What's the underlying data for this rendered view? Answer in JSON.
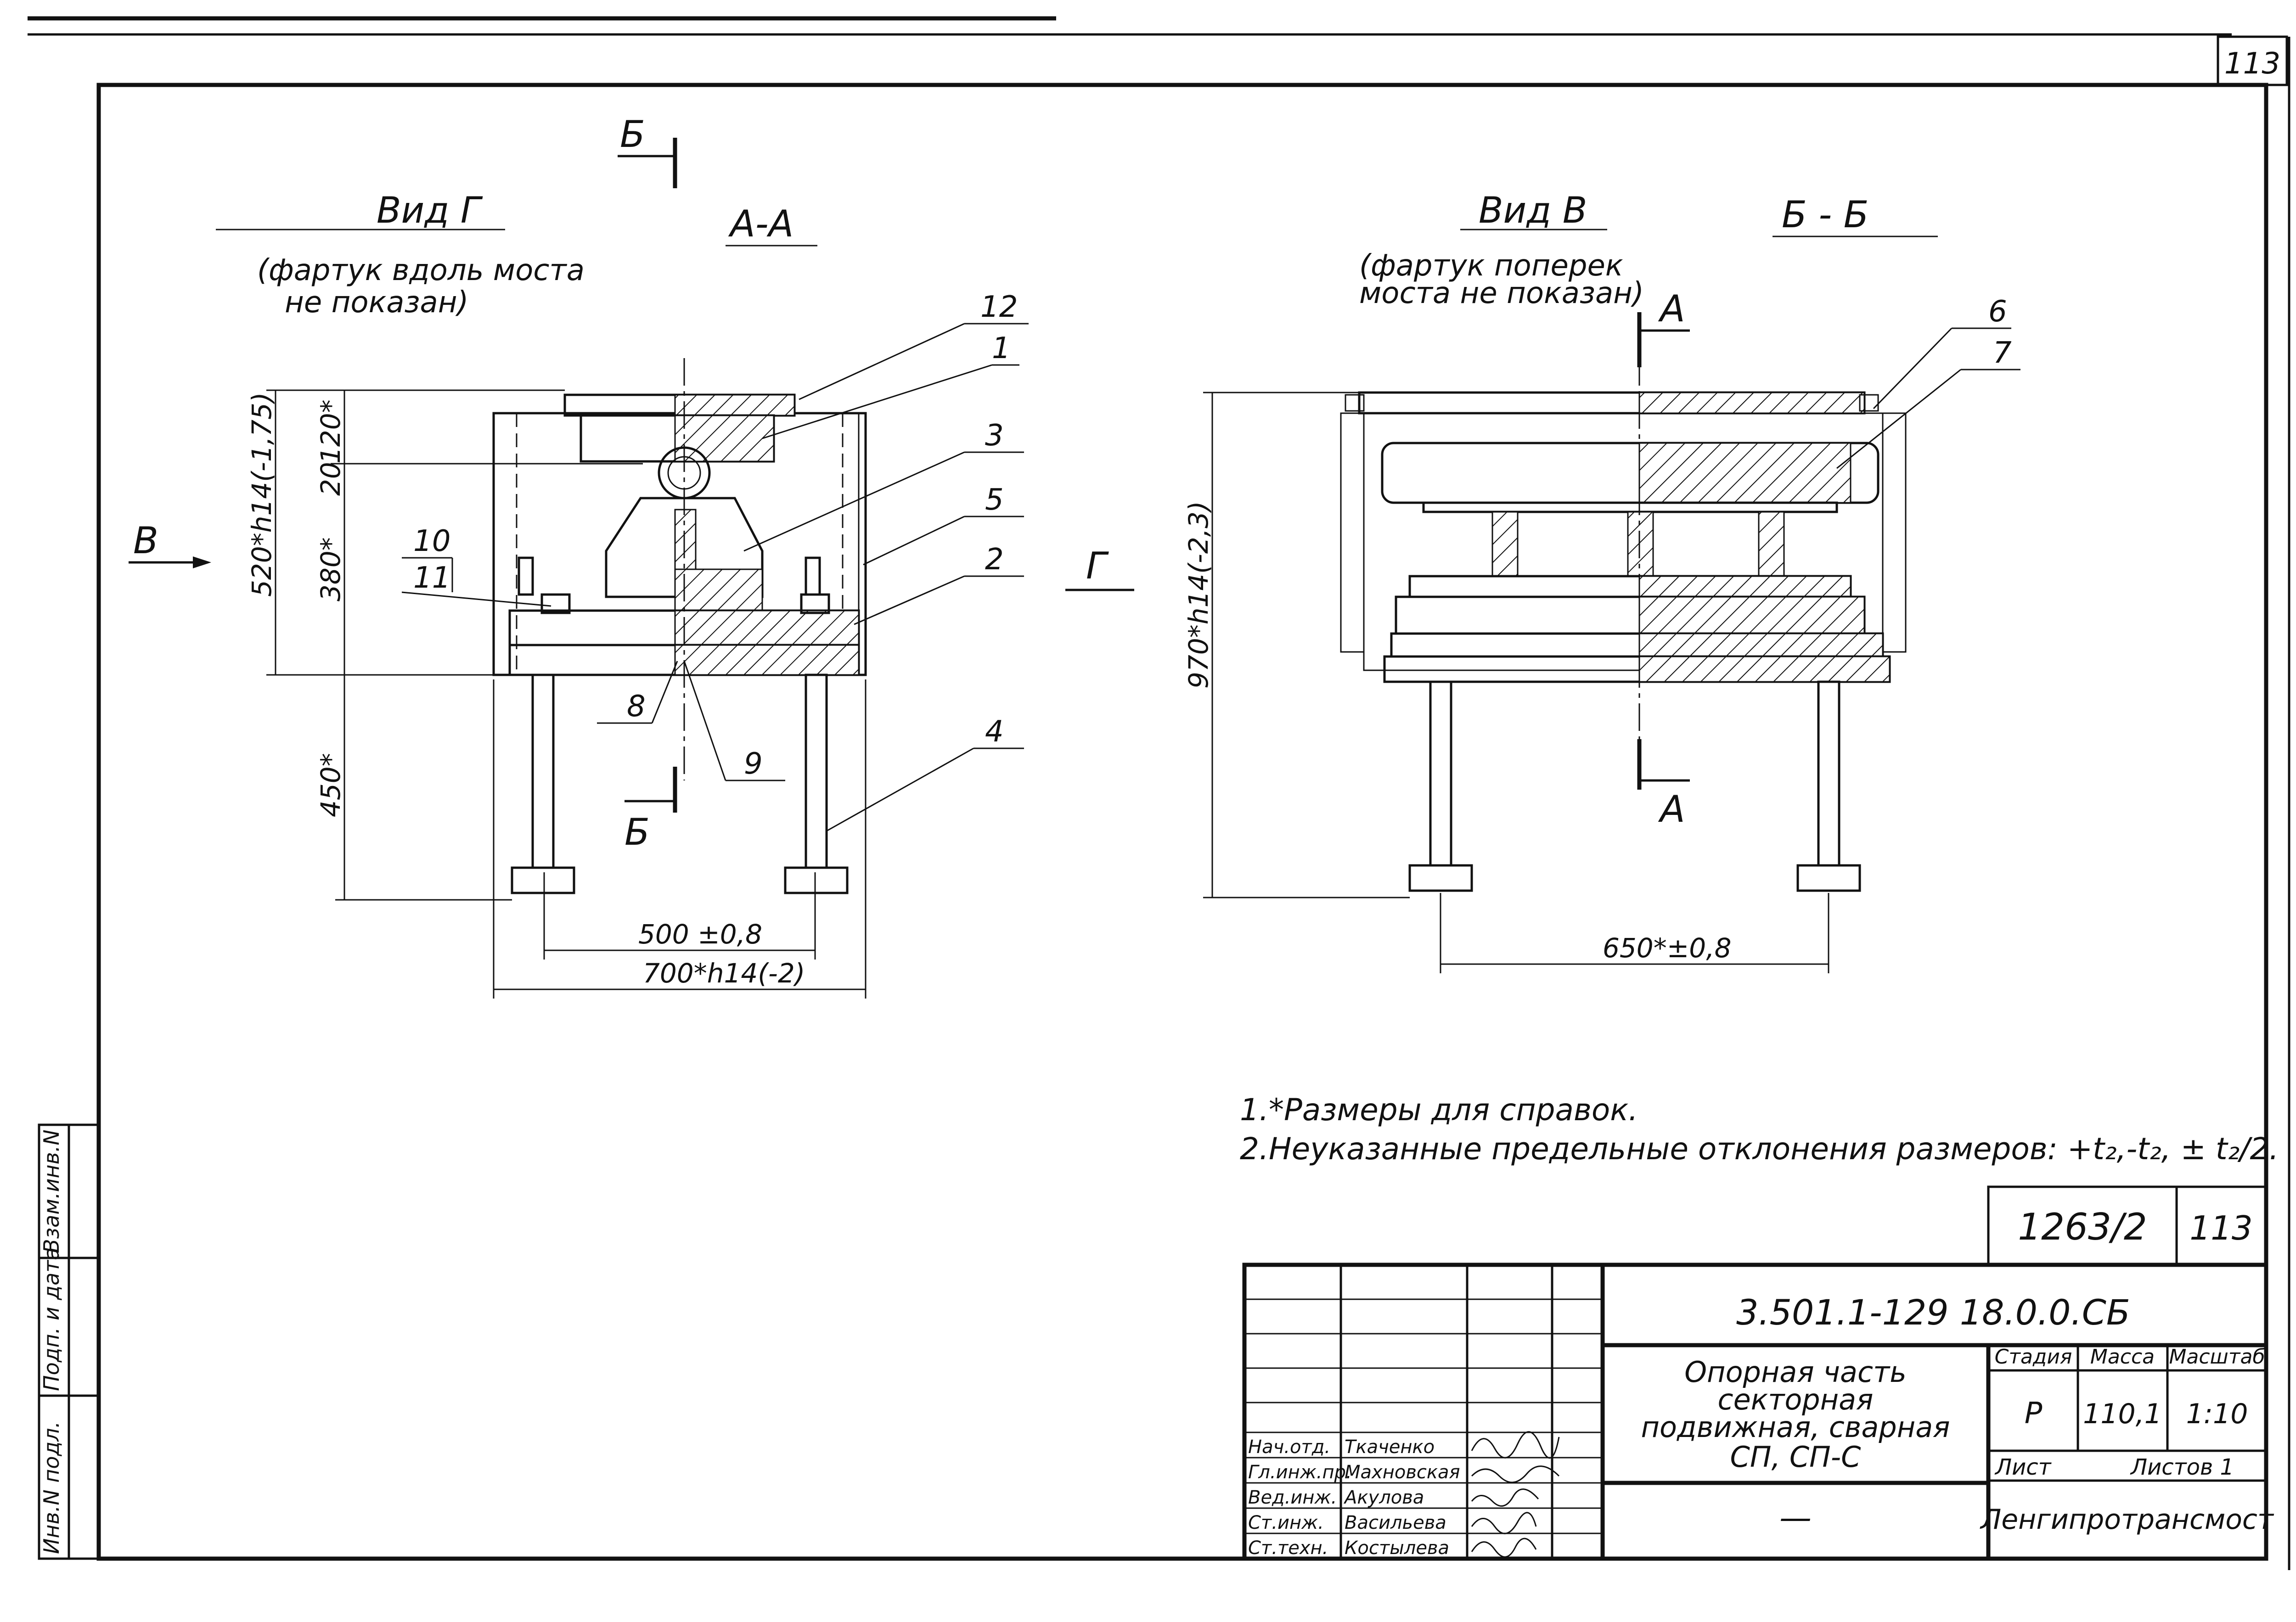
{
  "sheet": {
    "corner_page_number": "113",
    "side_stamp": [
      "Инв.N подл.",
      "Подп. и дата",
      "Взам.инв.N"
    ]
  },
  "left_view": {
    "title": "Вид Г",
    "subtitle_line1": "(фартук вдоль моста",
    "subtitle_line2": "не показан)",
    "section_label": "А-А",
    "cut_mark_top": "Б",
    "cut_mark_bottom": "Б",
    "view_arrow_left": "В",
    "dim_total_height": "520*h14(-1,75)",
    "dim_120": "120*",
    "dim_20": "20",
    "dim_380": "380*",
    "dim_450": "450*",
    "dim_500": "500 ±0,8",
    "dim_700": "700*h14(-2)",
    "callouts": [
      "12",
      "1",
      "3",
      "5",
      "2",
      "4",
      "9",
      "8",
      "10",
      "11"
    ]
  },
  "right_view": {
    "title": "Вид В",
    "subtitle_line1": "(фартук поперек",
    "subtitle_line2": "моста не показан)",
    "section_label": "Б - Б",
    "cut_mark_top": "А",
    "cut_mark_bottom": "А",
    "view_arrow_left": "Г",
    "dim_height": "970*h14(-2,3)",
    "dim_650": "650*±0,8",
    "callouts": [
      "6",
      "7"
    ]
  },
  "notes": {
    "line1": "1.*Размеры для справок.",
    "line2": "2.Неуказанные предельные отклонения размеров: +t₂,-t₂, ± t₂/2."
  },
  "doc_number_box": {
    "code": "1263/2",
    "page": "113"
  },
  "title_block": {
    "designation": "3.501.1-129 18.0.0.СБ",
    "item_name": [
      "Опорная часть",
      "секторная",
      "подвижная, сварная",
      "СП, СП-С"
    ],
    "dash": "—",
    "stage_header": "Стадия",
    "mass_header": "Масса",
    "scale_header": "Масштаб",
    "stage": "Р",
    "mass": "110,1",
    "scale": "1:10",
    "sheet_label": "Лист",
    "sheets_label": "Листов 1",
    "organization": "Ленгипротрансмост",
    "staff": [
      {
        "role": "Нач.отд.",
        "name": "Ткаченко"
      },
      {
        "role": "Гл.инж.пр.",
        "name": "Махновская"
      },
      {
        "role": "Вед.инж.",
        "name": "Акулова"
      },
      {
        "role": "Ст.инж.",
        "name": "Васильева"
      },
      {
        "role": "Ст.техн.",
        "name": "Костылева"
      }
    ]
  }
}
